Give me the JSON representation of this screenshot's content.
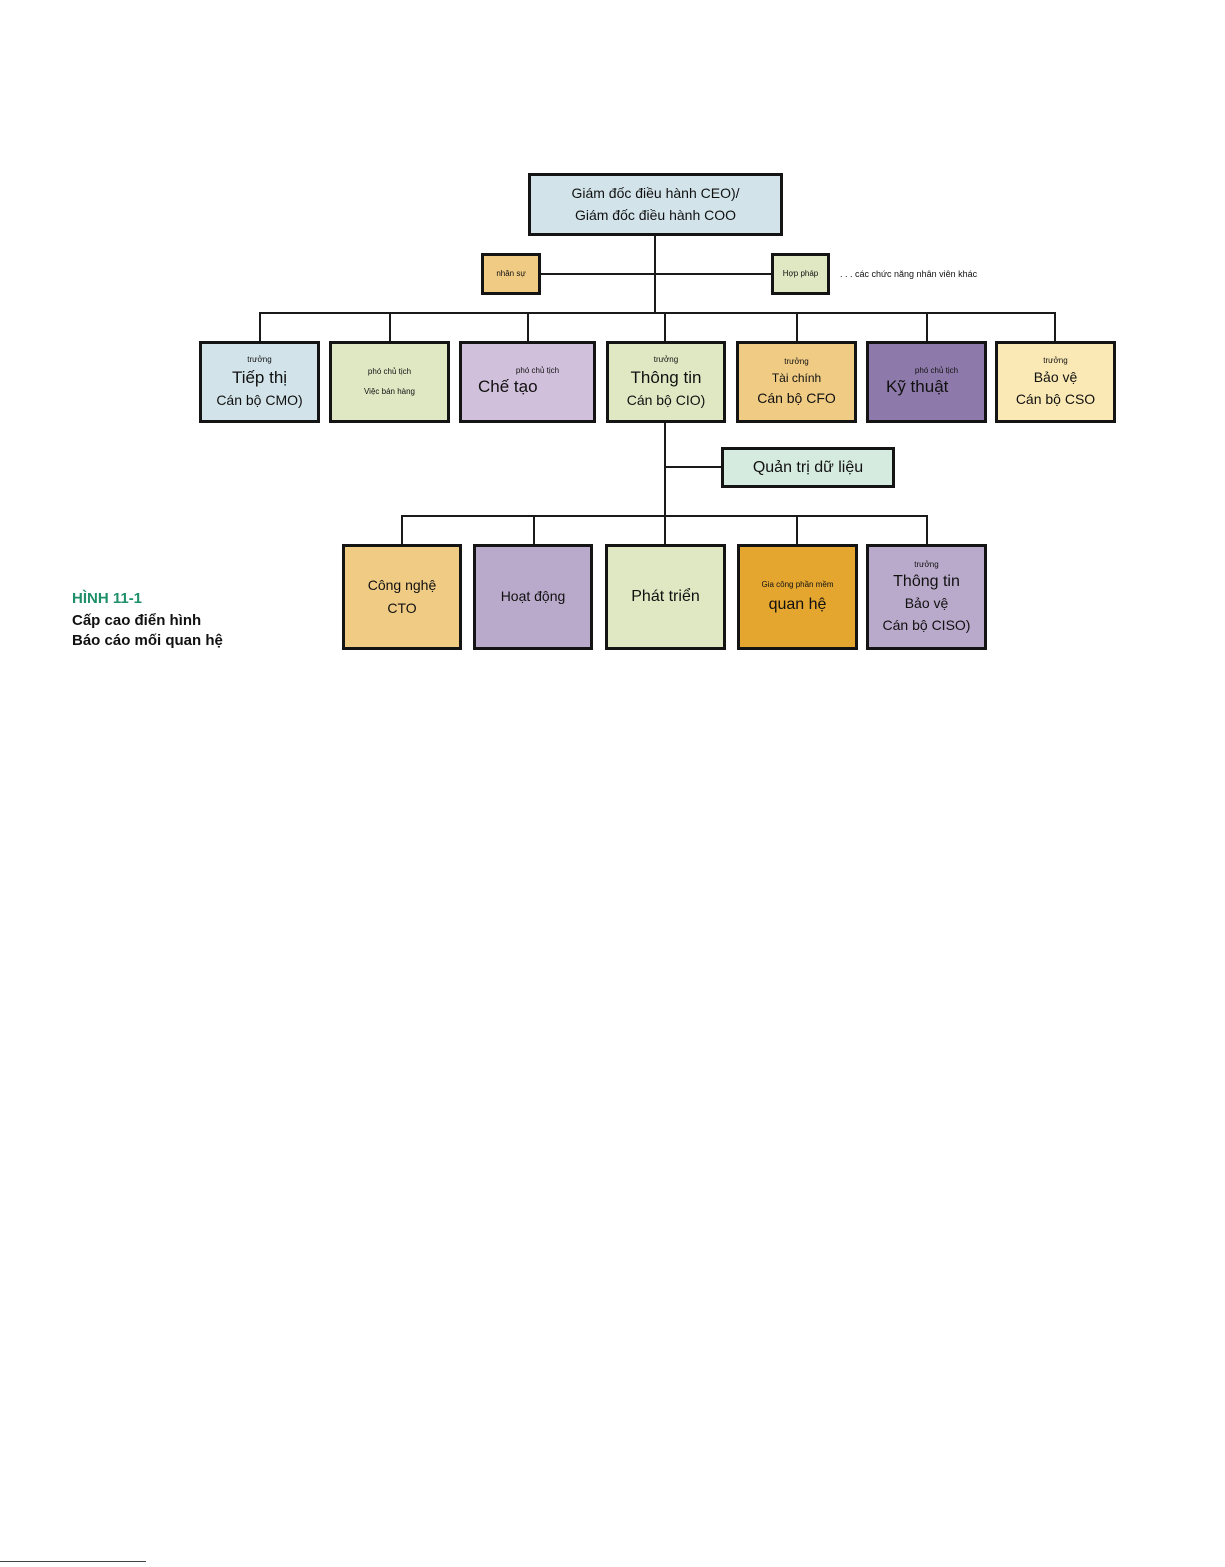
{
  "colors": {
    "light_blue": "#d2e4ea",
    "light_green": "#dfe8c3",
    "lavender": "#d1c0dc",
    "light_orange": "#f0cb84",
    "purple": "#8e7aaa",
    "light_yellow": "#fbe9b5",
    "lilac": "#b9a9ca",
    "orange": "#e4a62e",
    "mint": "#d6ebe0",
    "caption_green": "#1f8f6a"
  },
  "ceo": {
    "line1": "Giám đốc điều hành  CEO)/",
    "line2": "Giám đốc điều hành  COO"
  },
  "staff": {
    "hr": "nhân sự",
    "legal": "Hợp pháp",
    "other": ". . . các chức năng nhân viên khác"
  },
  "level2": {
    "marketing": {
      "top": "trưởng",
      "main": "Tiếp thị",
      "bottom": "Cán bộ  CMO)"
    },
    "sales": {
      "top": "phó chủ tịch",
      "bottom": "Việc bán hàng"
    },
    "manufacturing": {
      "top": "phó chủ tịch",
      "main": "Chế tạo"
    },
    "information": {
      "top": "trưởng",
      "main": "Thông tin",
      "bottom": "Cán bộ  CIO)"
    },
    "finance": {
      "top": "trưởng",
      "main": "Tài chính",
      "bottom": "Cán bộ  CFO"
    },
    "engineering": {
      "top": "phó chủ tịch",
      "main": "Kỹ thuật"
    },
    "security": {
      "top": "trưởng",
      "main": "Bảo vệ",
      "bottom": "Cán bộ  CSO"
    }
  },
  "data_governance": "Quản trị dữ liệu",
  "level3": {
    "technology": {
      "main": "Công nghệ",
      "bottom": "CTO"
    },
    "operations": {
      "main": "Hoạt động"
    },
    "development": {
      "main": "Phát triển"
    },
    "outsourcing": {
      "top": "Gia công phần mềm",
      "main": "quan hệ"
    },
    "infosec": {
      "top": "trưởng",
      "main1": "Thông tin",
      "main2": "Bảo vệ",
      "bottom": "Cán bộ  CISO)"
    }
  },
  "caption": {
    "label": "HÌNH 11-1",
    "line1": "Cấp cao điển hình",
    "line2": "Báo cáo mối quan hệ"
  }
}
